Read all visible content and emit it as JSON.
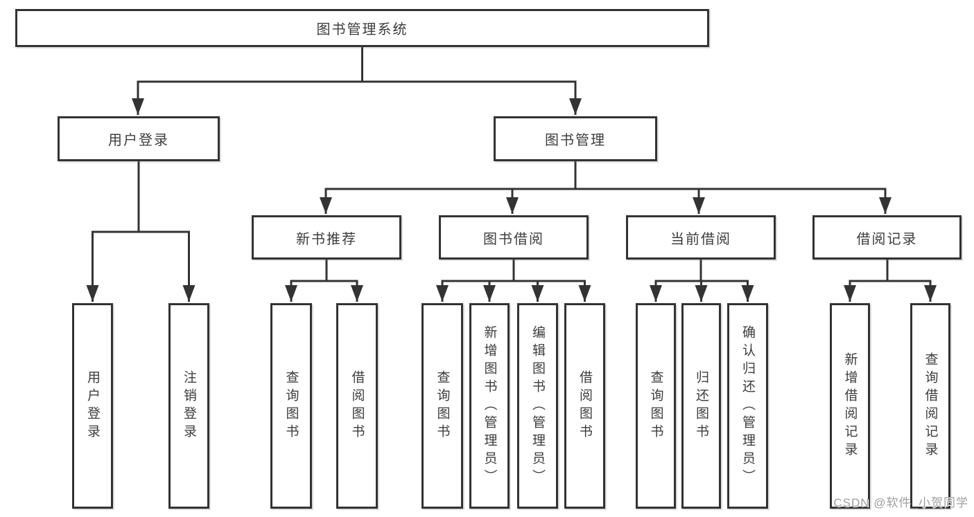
{
  "diagram": {
    "title": "图书管理系统",
    "nodes": {
      "root": "图书管理系统",
      "user_login": "用户登录",
      "book_mgmt": "图书管理",
      "new_book_rec": "新书推荐",
      "book_borrow": "图书借阅",
      "current_borrow": "当前借阅",
      "borrow_records": "借阅记录",
      "leaf_user_login": "用户登录",
      "leaf_logout": "注销登录",
      "leaf_nb_query": "查询图书",
      "leaf_nb_borrow": "借阅图书",
      "leaf_bb_query": "查询图书",
      "leaf_bb_add": "新增图书（管理员）",
      "leaf_bb_edit": "编辑图书（管理员）",
      "leaf_bb_borrow": "借阅图书",
      "leaf_cb_query": "查询图书",
      "leaf_cb_return": "归还图书",
      "leaf_cb_confirm": "确认归还（管理员）",
      "leaf_br_add": "新增借阅记录",
      "leaf_br_query": "查询借阅记录"
    },
    "tree": {
      "root": "图书管理系统",
      "children": [
        {
          "label": "用户登录",
          "children": [
            "用户登录",
            "注销登录"
          ]
        },
        {
          "label": "图书管理",
          "children": [
            {
              "label": "新书推荐",
              "children": [
                "查询图书",
                "借阅图书"
              ]
            },
            {
              "label": "图书借阅",
              "children": [
                "查询图书",
                "新增图书（管理员）",
                "编辑图书（管理员）",
                "借阅图书"
              ]
            },
            {
              "label": "当前借阅",
              "children": [
                "查询图书",
                "归还图书",
                "确认归还（管理员）"
              ]
            },
            {
              "label": "借阅记录",
              "children": [
                "新增借阅记录",
                "查询借阅记录"
              ]
            }
          ]
        }
      ]
    },
    "colors": {
      "line": "#333333",
      "box_border": "#323232",
      "text": "#3c3c3c",
      "background": "#ffffff",
      "watermark": "#9e9e9e"
    }
  },
  "watermark": {
    "text": "CSDN @软件_小贺同学"
  }
}
